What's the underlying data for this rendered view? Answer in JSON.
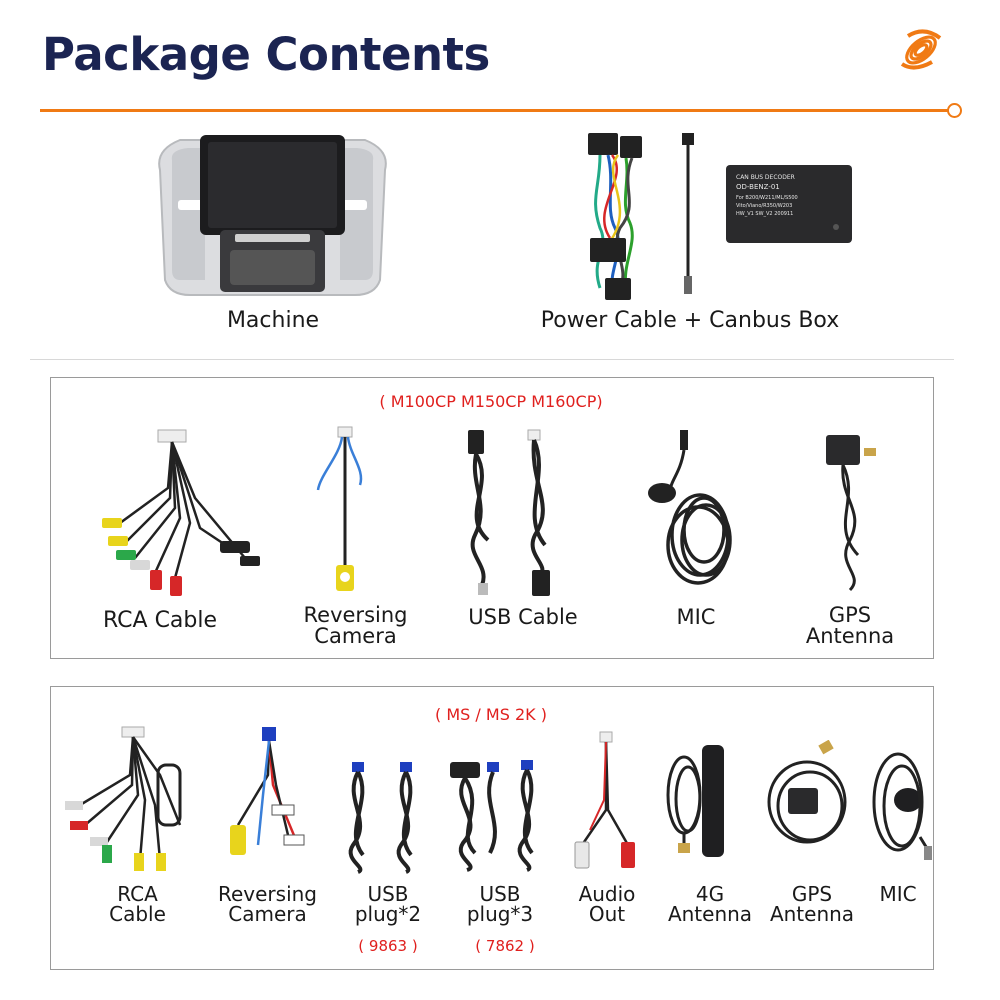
{
  "header": {
    "title": "Package Contents",
    "logo_icon": "orange-coil-logo",
    "accent_color": "#f07a14",
    "title_color": "#1b2452"
  },
  "top_items": [
    {
      "label": "Machine",
      "icon": "head-unit-icon"
    },
    {
      "label": "Power Cable + Canbus Box",
      "icon": "power-cable-canbus-icon",
      "decoder_text": [
        "CAN BUS DECODER",
        "OD-BENZ-01",
        "For B200/W211/ML/S500",
        "Vito/Viano/R350/W203",
        "HW_V1  SW_V2  200911"
      ]
    }
  ],
  "section1": {
    "model_label": "( M100CP M150CP M160CP)",
    "items": [
      {
        "label": "RCA Cable",
        "icon": "rca-cable-icon"
      },
      {
        "label": "Reversing\nCamera",
        "icon": "reversing-camera-cable-icon"
      },
      {
        "label": "USB Cable",
        "icon": "usb-cable-icon"
      },
      {
        "label": "MIC",
        "icon": "microphone-icon"
      },
      {
        "label": "GPS\nAntenna",
        "icon": "gps-antenna-icon"
      }
    ]
  },
  "section2": {
    "model_label": "( MS / MS 2K )",
    "items": [
      {
        "label": "RCA\nCable",
        "icon": "rca-cable-icon"
      },
      {
        "label": "Reversing\nCamera",
        "icon": "reversing-camera-cable-icon"
      },
      {
        "label": "USB\nplug*2",
        "code": "( 9863 )",
        "icon": "usb-plug-icon"
      },
      {
        "label": "USB\nplug*3",
        "code": "( 7862 )",
        "icon": "usb-plug-icon"
      },
      {
        "label": "Audio\nOut",
        "icon": "audio-out-cable-icon"
      },
      {
        "label": "4G\nAntenna",
        "icon": "4g-antenna-icon"
      },
      {
        "label": "GPS\nAntenna",
        "icon": "gps-antenna-icon"
      },
      {
        "label": "MIC",
        "icon": "microphone-icon"
      }
    ]
  }
}
